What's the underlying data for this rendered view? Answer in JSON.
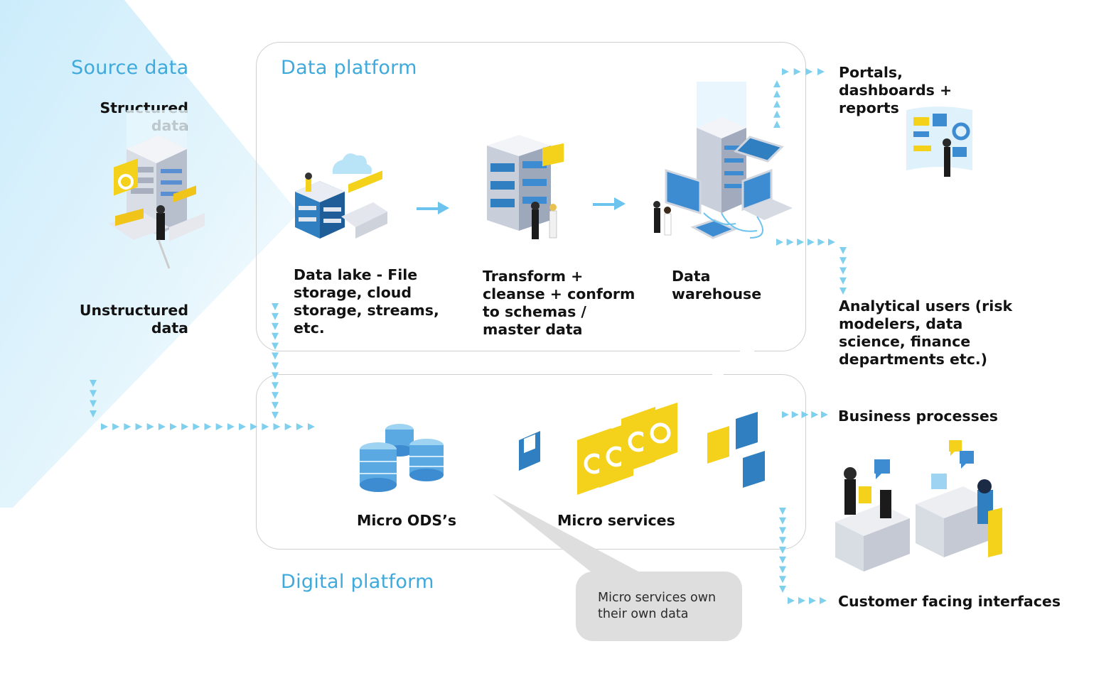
{
  "headings": {
    "source": "Source data",
    "data_platform": "Data platform",
    "digital_platform": "Digital platform"
  },
  "source": {
    "structured": "Structured data",
    "unstructured": "Unstructured data"
  },
  "data_platform": {
    "lake": "Data lake - File storage, cloud storage, streams, etc.",
    "transform": "Transform + cleanse + conform to schemas / master data",
    "warehouse": "Data warehouse"
  },
  "digital_platform": {
    "ods": "Micro ODS’s",
    "services": "Micro services"
  },
  "consumers": {
    "portals": "Portals, dashboards + reports",
    "analytical": "Analytical users (risk modelers, data science, finance departments etc.)",
    "business": "Business processes",
    "customer": "Customer facing interfaces"
  },
  "callout": "Micro services own their own data",
  "colors": {
    "heading": "#3fa9dc",
    "arrow": "#7fd0ee",
    "accent_yellow": "#f4d11a",
    "server_blue": "#2f7fc1",
    "beam": "#d4eefb"
  },
  "icons": [
    "server-rack-icon",
    "folder-drawer-icon",
    "cloud-icon",
    "data-lake-icon",
    "transform-server-icon",
    "data-warehouse-icon",
    "laptop-icon",
    "tablet-icon",
    "phone-icon",
    "monitor-icon",
    "dashboard-screen-icon",
    "database-icon",
    "document-icon",
    "gear-icon",
    "envelope-icon",
    "chat-icon",
    "office-workers-icon",
    "arrow-icon"
  ]
}
